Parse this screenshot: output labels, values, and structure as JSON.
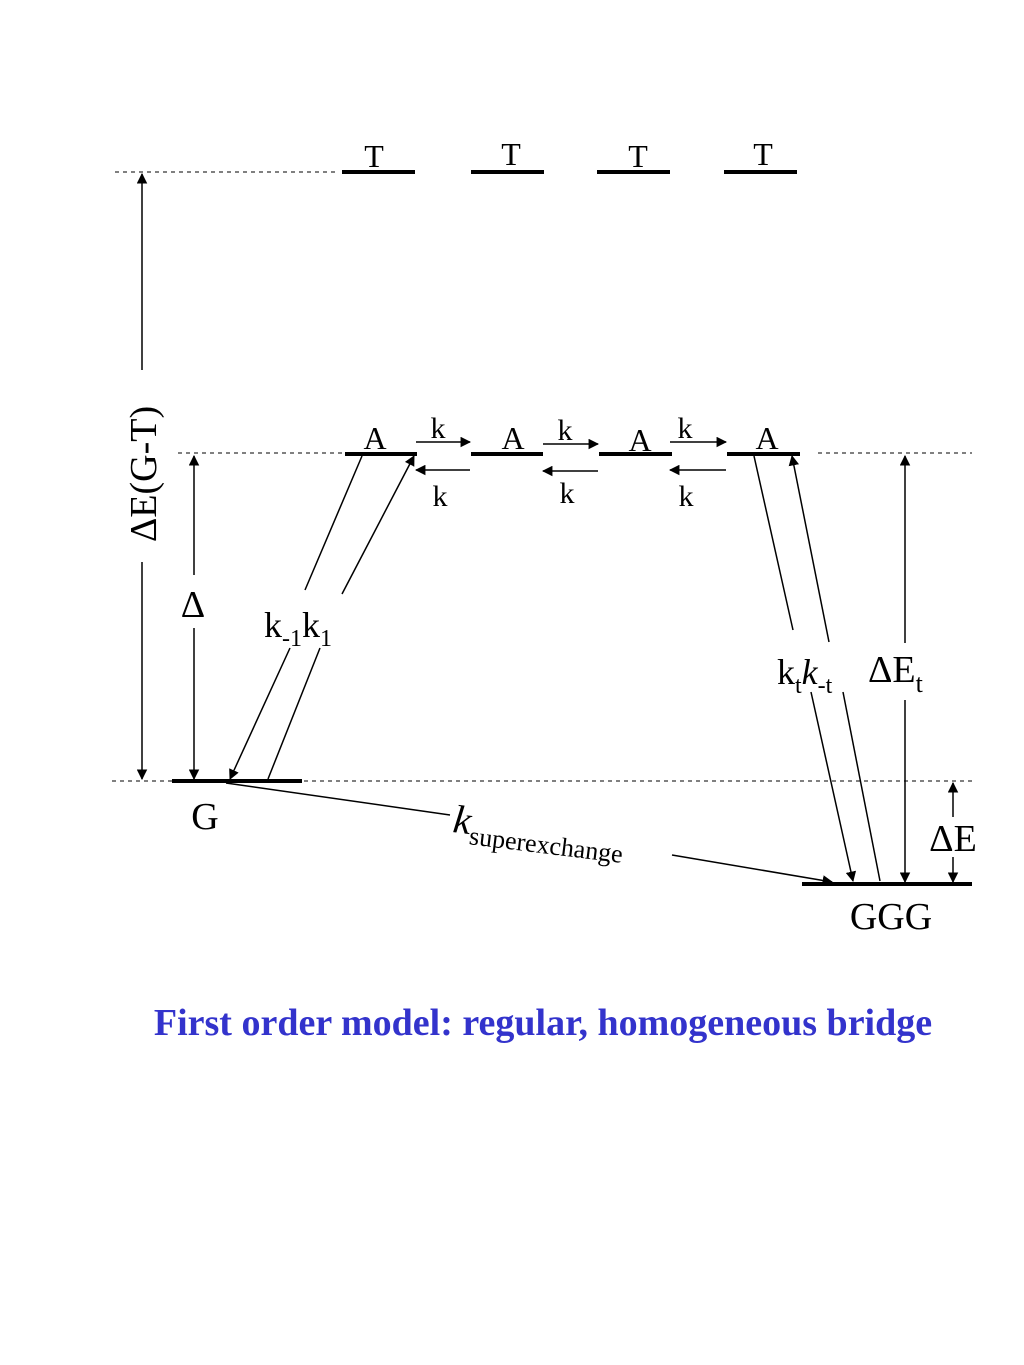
{
  "levels": {
    "T": [
      "T",
      "T",
      "T",
      "T"
    ],
    "A": [
      "A",
      "A",
      "A",
      "A"
    ],
    "G": "G",
    "GGG": "GGG"
  },
  "hop_rates": {
    "forward": [
      "k",
      "k",
      "k"
    ],
    "backward": [
      "k",
      "k",
      "k"
    ]
  },
  "energy_labels": {
    "dE_GT": "ΔE(G-T)",
    "delta": "Δ",
    "dE_t_main": "ΔE",
    "dE_t_sub": "t",
    "dE": "ΔE"
  },
  "rate_labels": {
    "k_minus1_base": "k",
    "k_minus1_sub": "-1",
    "k1_base": "k",
    "k1_sub": "1",
    "kt_base": "k",
    "kt_sub": "t",
    "k_minus_t_base": "k",
    "k_minus_t_sub": "-t",
    "k_super_base": "k",
    "k_super_sub": "superexchange"
  },
  "caption": "First order model: regular, homogeneous bridge",
  "colors": {
    "caption": "#3333cc",
    "lines": "#000000"
  }
}
